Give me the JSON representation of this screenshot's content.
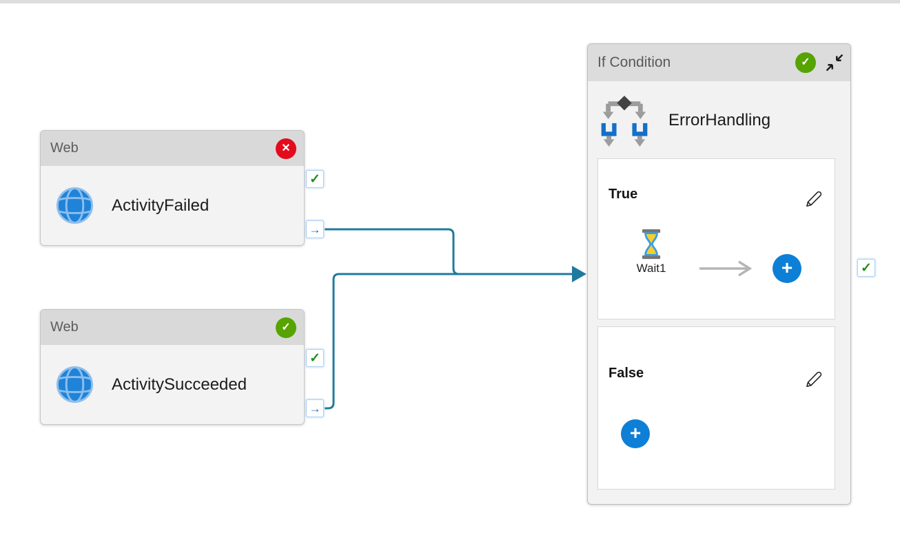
{
  "canvas": {
    "kind": "pipeline-designer-canvas"
  },
  "colors": {
    "connector": "#1f7a9e",
    "error_badge": "#e30b1c",
    "success_badge": "#57a300",
    "add_button": "#0e7fd6",
    "card_header": "#d9d9d9",
    "card_body": "#f3f3f3",
    "port_border": "#a9cef1"
  },
  "glyphs": {
    "error_badge": "✕",
    "success_badge": "✓",
    "success_port": "✓",
    "output_port_arrow": "→",
    "add_activity": "+"
  },
  "web_activities": [
    {
      "type_label": "Web",
      "name": "ActivityFailed",
      "status": "error"
    },
    {
      "type_label": "Web",
      "name": "ActivitySucceeded",
      "status": "success"
    }
  ],
  "if_condition": {
    "type_label": "If Condition",
    "name": "ErrorHandling",
    "status": "success",
    "branches": [
      {
        "label": "True",
        "activities": [
          {
            "name": "Wait1",
            "icon": "hourglass-icon"
          }
        ]
      },
      {
        "label": "False",
        "activities": []
      }
    ]
  }
}
